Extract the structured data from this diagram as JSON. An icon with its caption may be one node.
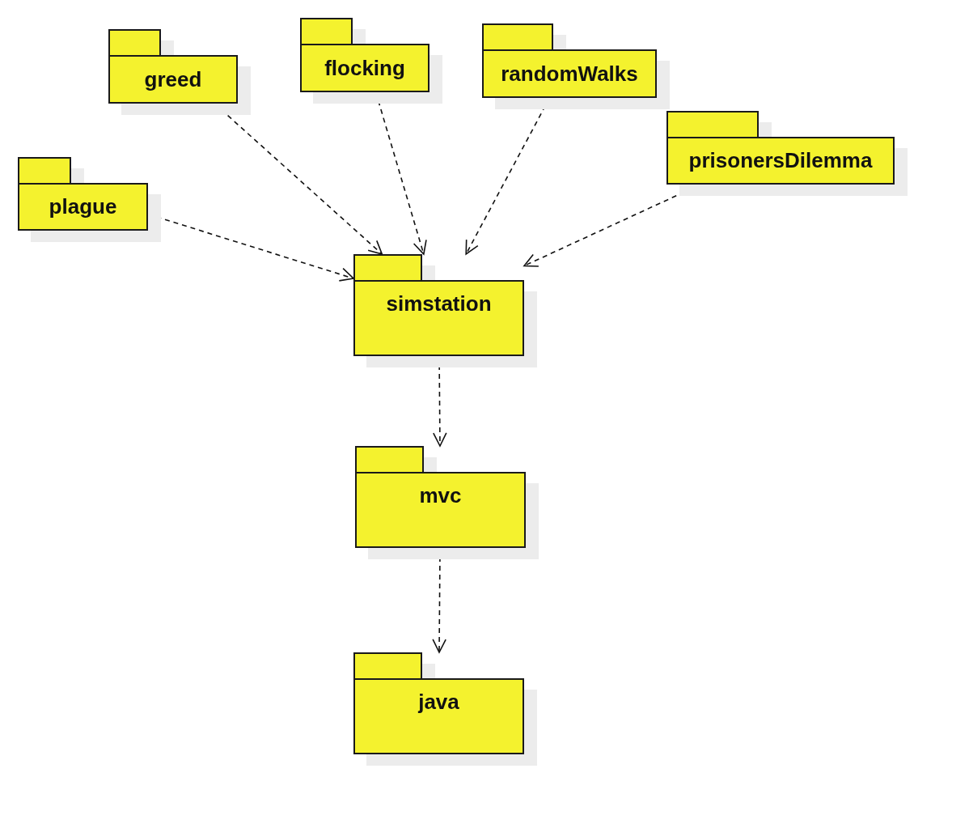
{
  "diagram": {
    "nodes": [
      {
        "text": [
          "greed"
        ]
      },
      {
        "text": [
          "flocking"
        ]
      },
      {
        "text": [
          "randomWalks"
        ]
      },
      {
        "text": [
          "prisonersDilemma"
        ]
      },
      {
        "text": [
          "plague"
        ]
      },
      {
        "text": [
          "simstation"
        ]
      },
      {
        "text": [
          "mvc"
        ]
      },
      {
        "text": [
          "java"
        ]
      }
    ],
    "edges": [
      {
        "from": 0,
        "to": 5,
        "arrow": "to",
        "style": "dashed"
      },
      {
        "from": 1,
        "to": 5,
        "arrow": "to",
        "style": "dashed"
      },
      {
        "from": 2,
        "to": 5,
        "arrow": "to",
        "style": "dashed"
      },
      {
        "from": 3,
        "to": 5,
        "arrow": "to",
        "style": "dashed"
      },
      {
        "from": 4,
        "to": 5,
        "arrow": "to",
        "style": "dashed"
      },
      {
        "from": 5,
        "to": 6,
        "arrow": "to",
        "style": "dashed"
      },
      {
        "from": 6,
        "to": 7,
        "arrow": "to",
        "style": "dashed"
      }
    ]
  }
}
